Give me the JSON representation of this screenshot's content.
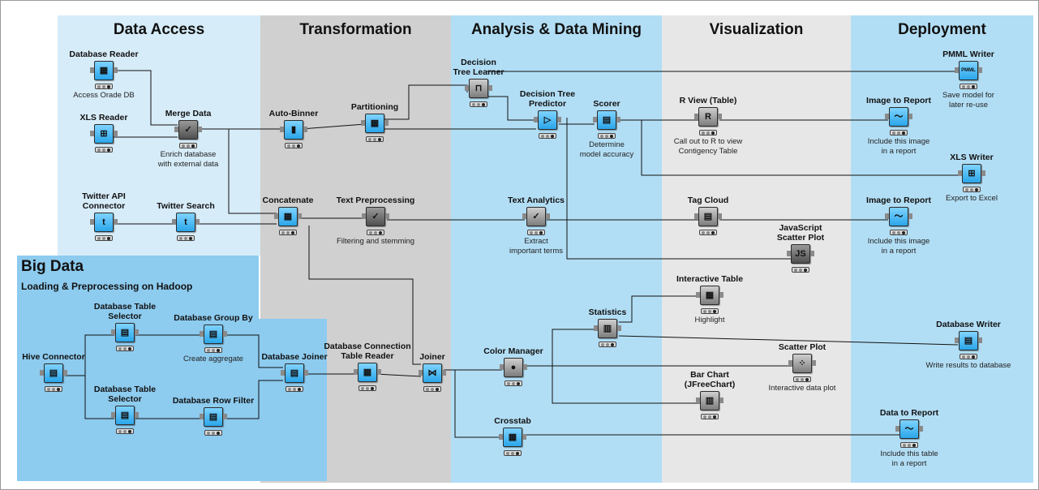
{
  "sections": [
    {
      "id": "data-access",
      "title": "Data Access",
      "color": "#d6ecf9"
    },
    {
      "id": "transformation",
      "title": "Transformation",
      "color": "#d0d0d0"
    },
    {
      "id": "analysis",
      "title": "Analysis & Data Mining",
      "color": "#b2def5"
    },
    {
      "id": "visualization",
      "title": "Visualization",
      "color": "#e7e7e7"
    },
    {
      "id": "deployment",
      "title": "Deployment",
      "color": "#b2def5"
    }
  ],
  "big_data": {
    "title": "Big Data",
    "subtitle": "Loading & Preprocessing on Hadoop",
    "color": "#8dcbef"
  },
  "nodes": [
    {
      "id": "db-reader",
      "label": "Database Reader",
      "desc": "Access Orade DB",
      "icon": "database-reader-icon",
      "glyph": "▦",
      "style": "blue"
    },
    {
      "id": "xls-reader",
      "label": "XLS Reader",
      "desc": "",
      "icon": "xls-reader-icon",
      "glyph": "⊞",
      "style": "blue"
    },
    {
      "id": "merge-data",
      "label": "Merge Data",
      "desc": "Enrich database\nwith external data",
      "icon": "merge-data-icon",
      "glyph": "✓",
      "style": "dark"
    },
    {
      "id": "twitter-api",
      "label": "Twitter API\nConnector",
      "desc": "",
      "icon": "twitter-connector-icon",
      "glyph": "t",
      "style": "blue"
    },
    {
      "id": "twitter-search",
      "label": "Twitter Search",
      "desc": "",
      "icon": "twitter-search-icon",
      "glyph": "t",
      "style": "blue"
    },
    {
      "id": "auto-binner",
      "label": "Auto-Binner",
      "desc": "",
      "icon": "auto-binner-icon",
      "glyph": "▮",
      "style": "blue"
    },
    {
      "id": "partitioning",
      "label": "Partitioning",
      "desc": "",
      "icon": "partitioning-icon",
      "glyph": "▦",
      "style": "blue"
    },
    {
      "id": "concatenate",
      "label": "Concatenate",
      "desc": "",
      "icon": "concatenate-icon",
      "glyph": "▦",
      "style": "blue"
    },
    {
      "id": "text-preproc",
      "label": "Text Preprocessing",
      "desc": "Filtering and stemming",
      "icon": "text-preprocessing-icon",
      "glyph": "✓",
      "style": "dark"
    },
    {
      "id": "dt-learner",
      "label": "Decision\nTree Learner",
      "desc": "",
      "icon": "decision-tree-learner-icon",
      "glyph": "⊓",
      "style": "gray"
    },
    {
      "id": "dt-predictor",
      "label": "Decision Tree\nPredictor",
      "desc": "",
      "icon": "decision-tree-predictor-icon",
      "glyph": "▷",
      "style": "blue"
    },
    {
      "id": "scorer",
      "label": "Scorer",
      "desc": "Determine\nmodel accuracy",
      "icon": "scorer-icon",
      "glyph": "▤",
      "style": "blue"
    },
    {
      "id": "text-analytics",
      "label": "Text Analytics",
      "desc": "Extract\nimportant terms",
      "icon": "text-analytics-icon",
      "glyph": "✓",
      "style": "gray"
    },
    {
      "id": "r-view",
      "label": "R View (Table)",
      "desc": "Call out to R to view\nContigency Table",
      "icon": "r-view-icon",
      "glyph": "R",
      "style": "gray"
    },
    {
      "id": "tag-cloud",
      "label": "Tag Cloud",
      "desc": "",
      "icon": "tag-cloud-icon",
      "glyph": "▤",
      "style": "gray"
    },
    {
      "id": "js-scatter",
      "label": "JavaScript\nScatter Plot",
      "desc": "",
      "icon": "javascript-scatter-icon",
      "glyph": "JS",
      "style": "dark"
    },
    {
      "id": "pmml-writer",
      "label": "PMML Writer",
      "desc": "Save model for\nlater re-use",
      "icon": "pmml-writer-icon",
      "glyph": "PMML",
      "style": "blue"
    },
    {
      "id": "img-report-1",
      "label": "Image to Report",
      "desc": "Include this image\nin a report",
      "icon": "image-to-report-icon",
      "glyph": "〜",
      "style": "blue"
    },
    {
      "id": "xls-writer",
      "label": "XLS Writer",
      "desc": "Export to Excel",
      "icon": "xls-writer-icon",
      "glyph": "⊞",
      "style": "blue"
    },
    {
      "id": "img-report-2",
      "label": "Image to Report",
      "desc": "Include this image\nin a report",
      "icon": "image-to-report-icon",
      "glyph": "〜",
      "style": "blue"
    },
    {
      "id": "interactive-table",
      "label": "Interactive Table",
      "desc": "Highlight",
      "icon": "interactive-table-icon",
      "glyph": "▦",
      "style": "gray"
    },
    {
      "id": "statistics",
      "label": "Statistics",
      "desc": "",
      "icon": "statistics-icon",
      "glyph": "▥",
      "style": "gray"
    },
    {
      "id": "color-manager",
      "label": "Color Manager",
      "desc": "",
      "icon": "color-manager-icon",
      "glyph": "●",
      "style": "gray"
    },
    {
      "id": "scatter-plot",
      "label": "Scatter Plot",
      "desc": "Interactive data plot",
      "icon": "scatter-plot-icon",
      "glyph": "⁘",
      "style": "gray"
    },
    {
      "id": "bar-chart",
      "label": "Bar Chart\n(JFreeChart)",
      "desc": "",
      "icon": "bar-chart-icon",
      "glyph": "▥",
      "style": "gray"
    },
    {
      "id": "crosstab",
      "label": "Crosstab",
      "desc": "",
      "icon": "crosstab-icon",
      "glyph": "▦",
      "style": "blue"
    },
    {
      "id": "db-writer",
      "label": "Database Writer",
      "desc": "Write results to database",
      "icon": "database-writer-icon",
      "glyph": "▤",
      "style": "blue"
    },
    {
      "id": "data-report",
      "label": "Data to Report",
      "desc": "Include this table\nin a report",
      "icon": "data-to-report-icon",
      "glyph": "〜",
      "style": "blue"
    },
    {
      "id": "hive-connector",
      "label": "Hive Connector",
      "desc": "",
      "icon": "hive-connector-icon",
      "glyph": "▤",
      "style": "blue"
    },
    {
      "id": "db-table-sel-1",
      "label": "Database Table\nSelector",
      "desc": "",
      "icon": "database-table-selector-icon",
      "glyph": "▤",
      "style": "blue"
    },
    {
      "id": "db-group-by",
      "label": "Database Group By",
      "desc": "Create aggregate",
      "icon": "database-group-by-icon",
      "glyph": "▤",
      "style": "blue"
    },
    {
      "id": "db-joiner",
      "label": "Database Joiner",
      "desc": "",
      "icon": "database-joiner-icon",
      "glyph": "▤",
      "style": "blue"
    },
    {
      "id": "db-table-sel-2",
      "label": "Database Table\nSelector",
      "desc": "",
      "icon": "database-table-selector-icon",
      "glyph": "▤",
      "style": "blue"
    },
    {
      "id": "db-row-filter",
      "label": "Database Row Filter",
      "desc": "",
      "icon": "database-row-filter-icon",
      "glyph": "▤",
      "style": "blue"
    },
    {
      "id": "db-conn-reader",
      "label": "Database Connection\nTable Reader",
      "desc": "",
      "icon": "database-connection-reader-icon",
      "glyph": "▦",
      "style": "blue"
    },
    {
      "id": "joiner",
      "label": "Joiner",
      "desc": "",
      "icon": "joiner-icon",
      "glyph": "⋈",
      "style": "blue"
    }
  ]
}
